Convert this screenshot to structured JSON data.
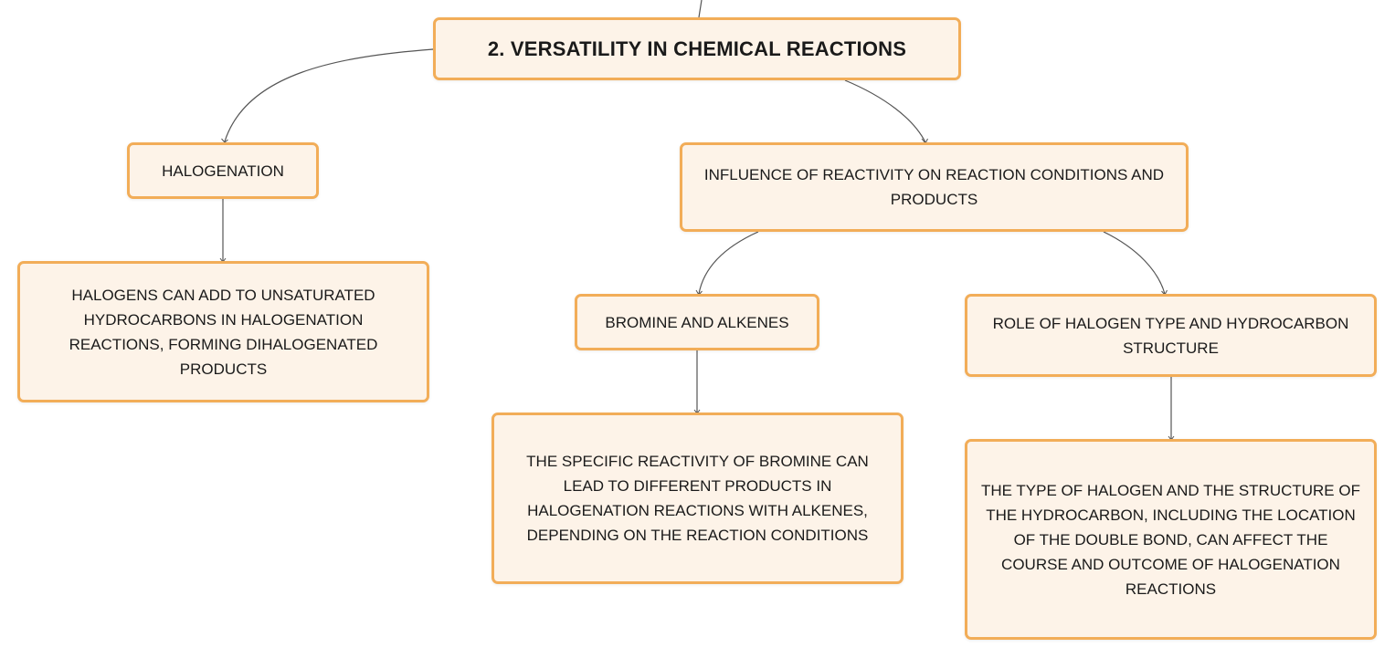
{
  "colors": {
    "node_fill": "#fdf3e8",
    "node_border": "#f2ad58",
    "connector": "#555555",
    "text": "#1a1a1a"
  },
  "nodes": {
    "root": "2. VERSATILITY IN CHEMICAL REACTIONS",
    "halogenation": "HALOGENATION",
    "halogenation_detail": "HALOGENS CAN ADD TO UNSATURATED HYDROCARBONS IN HALOGENATION REACTIONS, FORMING DIHALOGENATED PRODUCTS",
    "influence": "INFLUENCE OF REACTIVITY ON REACTION CONDITIONS AND PRODUCTS",
    "bromine": "BROMINE AND ALKENES",
    "bromine_detail": "THE SPECIFIC REACTIVITY OF BROMINE CAN LEAD TO DIFFERENT PRODUCTS IN HALOGENATION REACTIONS WITH ALKENES, DEPENDING ON THE REACTION CONDITIONS",
    "role": "ROLE OF HALOGEN TYPE AND HYDROCARBON STRUCTURE",
    "role_detail": "THE TYPE OF HALOGEN AND THE STRUCTURE OF THE HYDROCARBON, INCLUDING THE LOCATION OF THE DOUBLE BOND, CAN AFFECT THE COURSE AND OUTCOME OF HALOGENATION REACTIONS"
  },
  "edges": [
    [
      "parent",
      "root"
    ],
    [
      "root",
      "halogenation"
    ],
    [
      "root",
      "influence"
    ],
    [
      "halogenation",
      "halogenation_detail"
    ],
    [
      "influence",
      "bromine"
    ],
    [
      "influence",
      "role"
    ],
    [
      "bromine",
      "bromine_detail"
    ],
    [
      "role",
      "role_detail"
    ]
  ]
}
